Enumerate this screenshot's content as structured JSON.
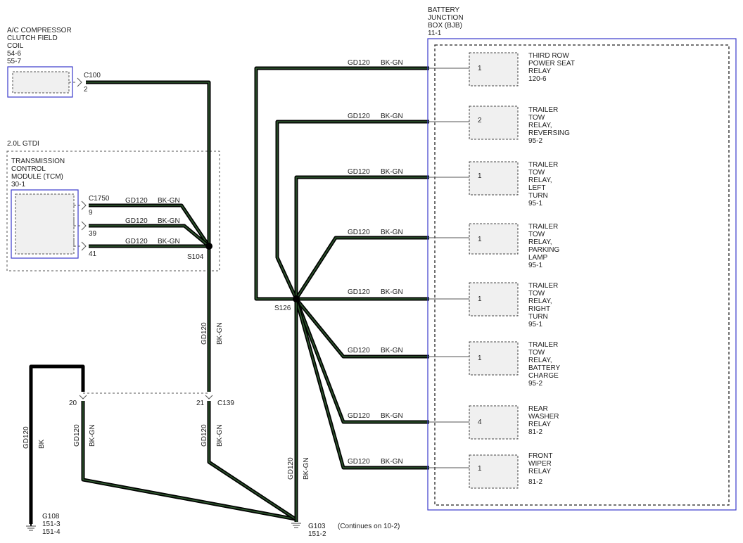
{
  "components": {
    "ac_compressor": {
      "label_lines": [
        "A/C COMPRESSOR",
        "CLUTCH FIELD",
        "COIL",
        "54-6",
        "55-7"
      ]
    },
    "ac_connector": {
      "name": "C100",
      "pin": "2"
    },
    "engine_variant": {
      "label": "2.0L GTDI"
    },
    "tcm": {
      "label_lines": [
        "TRANSMISSION",
        "CONTROL",
        "MODULE (TCM)",
        "30-1"
      ]
    },
    "tcm_connector": {
      "name": "C1750",
      "pins": [
        "9",
        "39",
        "41"
      ]
    },
    "bjb": {
      "label_lines": [
        "BATTERY",
        "JUNCTION",
        "BOX (BJB)",
        "11-1"
      ]
    }
  },
  "relays": [
    {
      "pin": "1",
      "label_lines": [
        "THIRD ROW",
        "POWER SEAT",
        "RELAY",
        "120-6"
      ]
    },
    {
      "pin": "2",
      "label_lines": [
        "TRAILER",
        "TOW",
        "RELAY,",
        "REVERSING",
        "95-2"
      ]
    },
    {
      "pin": "1",
      "label_lines": [
        "TRAILER",
        "TOW",
        "RELAY,",
        "LEFT",
        "TURN",
        "95-1"
      ]
    },
    {
      "pin": "1",
      "label_lines": [
        "TRAILER",
        "TOW",
        "RELAY,",
        "PARKING",
        "LAMP",
        "95-1"
      ]
    },
    {
      "pin": "1",
      "label_lines": [
        "TRAILER",
        "TOW",
        "RELAY,",
        "RIGHT",
        "TURN",
        "95-1"
      ]
    },
    {
      "pin": "1",
      "label_lines": [
        "TRAILER",
        "TOW",
        "RELAY,",
        "BATTERY",
        "CHARGE",
        "95-2"
      ]
    },
    {
      "pin": "4",
      "label_lines": [
        "REAR",
        "WASHER",
        "RELAY",
        "81-2"
      ]
    },
    {
      "pin": "1",
      "label_lines": [
        "FRONT",
        "WIPER",
        "RELAY",
        "81-2"
      ]
    }
  ],
  "wire": {
    "circuit": "GD120",
    "color": "BK-GN",
    "ground_color": "BK"
  },
  "splices": {
    "s104": "S104",
    "s126": "S126"
  },
  "connector_c139": {
    "name": "C139",
    "pins": [
      "20",
      "21"
    ]
  },
  "grounds": {
    "g108": {
      "label_lines": [
        "G108",
        "151-3",
        "151-4"
      ]
    },
    "g103": {
      "label_lines": [
        "G103",
        "151-2"
      ]
    }
  },
  "continues_note": "(Continues on 10-2)",
  "colors": {
    "wire_green": "#2f5a2f",
    "component_border": "#3a3acc",
    "component_fill": "#f0f0f0"
  }
}
